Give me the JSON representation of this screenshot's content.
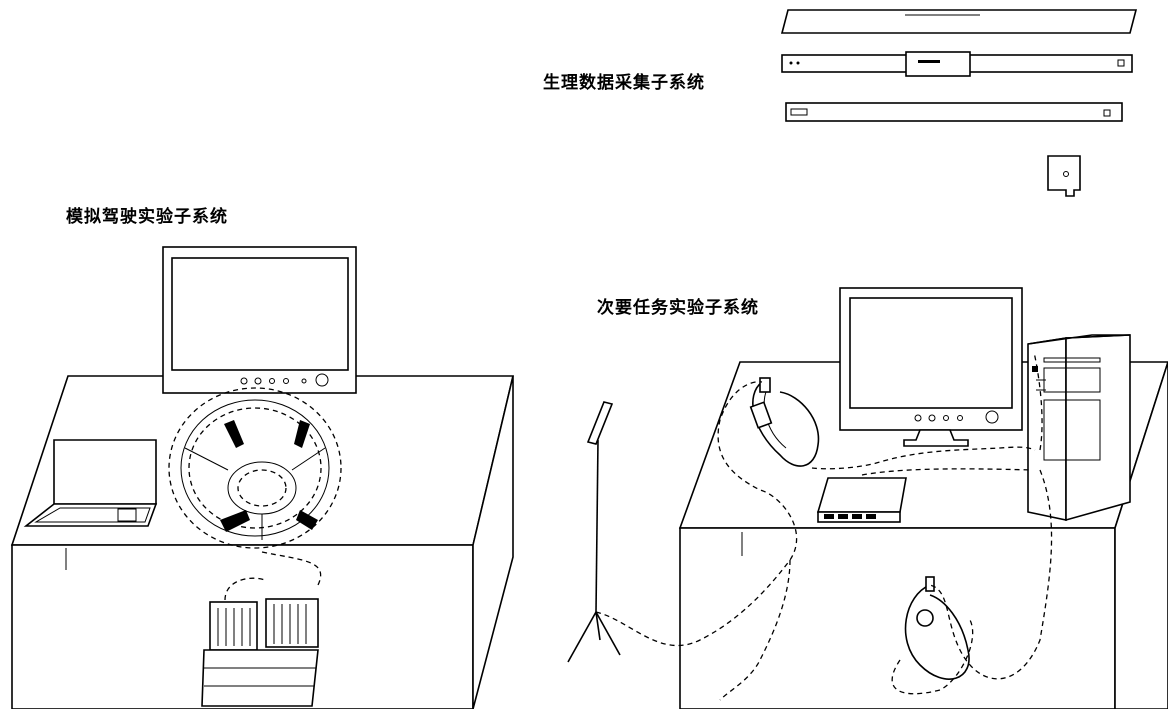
{
  "labels": {
    "physio": "生理数据采集子系统",
    "driving": "模拟驾驶实验子系统",
    "secondary": "次要任务实验子系统"
  }
}
